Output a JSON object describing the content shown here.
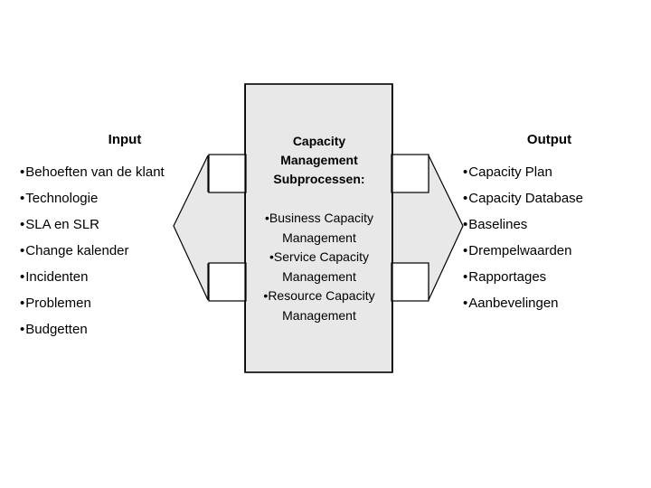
{
  "diagram": {
    "title": "Capacity Management Subprocessen",
    "bullet_glyph": "•",
    "colors": {
      "shape_fill": "#E8E8E8",
      "shape_stroke": "#000000",
      "text": "#000000",
      "background": "#FFFFFF"
    }
  },
  "input": {
    "heading": "Input",
    "items": [
      "Behoeften van de klant",
      "Technologie",
      "SLA en SLR",
      "Change kalender",
      "Incidenten",
      "Problemen",
      "Budgetten"
    ]
  },
  "process": {
    "title_lines": [
      "Capacity",
      "Management",
      "Subprocessen:"
    ],
    "subprocesses": [
      "Business Capacity Management",
      "Service Capacity Management",
      "Resource Capacity Management"
    ],
    "subprocess_lines": [
      [
        "Business Capacity",
        "Management"
      ],
      [
        "Service Capacity",
        "Management"
      ],
      [
        "Resource Capacity",
        "Management"
      ]
    ]
  },
  "output": {
    "heading": "Output",
    "items": [
      "Capacity Plan",
      "Capacity Database",
      "Baselines",
      "Drempelwaarden",
      "Rapportages",
      "Aanbevelingen"
    ]
  }
}
